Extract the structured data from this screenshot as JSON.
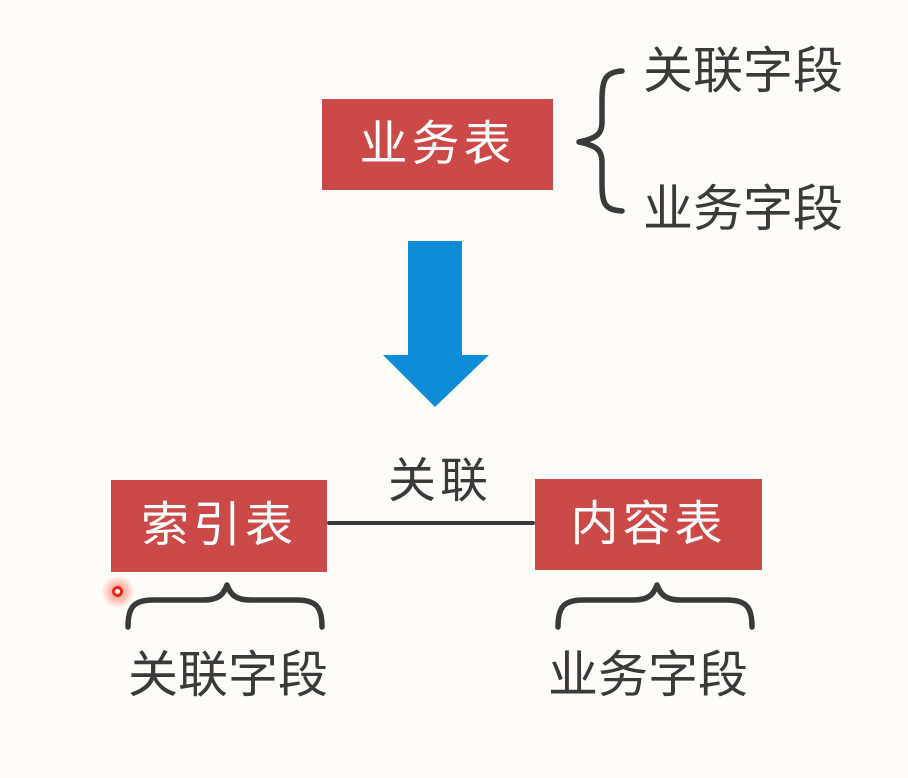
{
  "colors": {
    "bg": "#fdfcf8",
    "box_red": "#cb4947",
    "box_text": "#ffffff",
    "arrow_blue": "#0f8cd8",
    "ink": "#3a3a3a",
    "laser_red": "#e8251c"
  },
  "top": {
    "box_label": "业务表",
    "field_labels": {
      "first": "关联字段",
      "second": "业务字段"
    }
  },
  "bottom": {
    "left_box_label": "索引表",
    "right_box_label": "内容表",
    "connector_label": "关联",
    "left_field_label": "关联字段",
    "right_field_label": "业务字段"
  }
}
